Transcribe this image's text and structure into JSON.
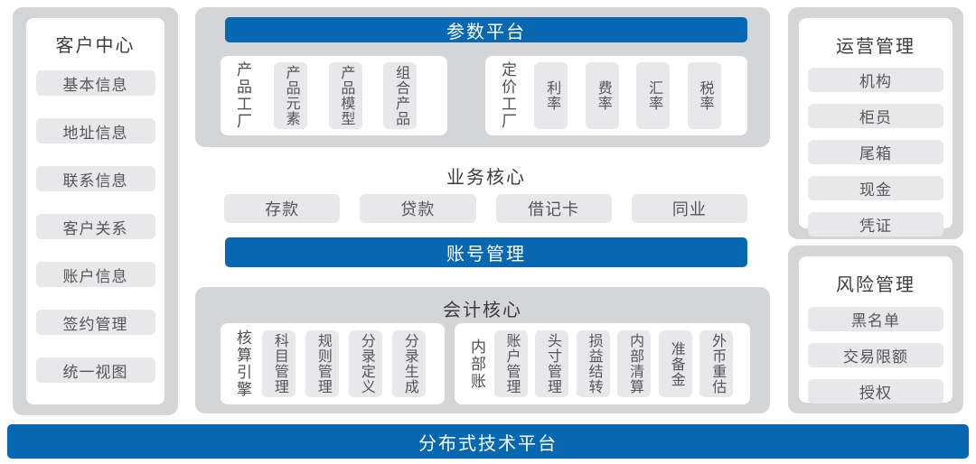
{
  "colors": {
    "accent_blue": "#0768b1",
    "panel_gray": "#d4d5d7",
    "item_gray": "#e8e8ea"
  },
  "customer_center": {
    "title": "客户中心",
    "items": [
      "基本信息",
      "地址信息",
      "联系信息",
      "客户关系",
      "账户信息",
      "签约管理",
      "统一视图"
    ]
  },
  "param_platform": {
    "title": "参数平台",
    "groups": [
      {
        "label": "产品工厂",
        "items": [
          "产品元素",
          "产品模型",
          "组合产品"
        ]
      },
      {
        "label": "定价工厂",
        "items": [
          "利率",
          "费率",
          "汇率",
          "税率"
        ]
      }
    ]
  },
  "business_core": {
    "title": "业务核心",
    "items": [
      "存款",
      "贷款",
      "借记卡",
      "同业"
    ]
  },
  "account_management": {
    "title": "账号管理"
  },
  "accounting_core": {
    "title": "会计核心",
    "groups": [
      {
        "label": "核算引擎",
        "items": [
          "科目管理",
          "规则管理",
          "分录定义",
          "分录生成"
        ]
      },
      {
        "label": "内部账",
        "items": [
          "账户管理",
          "头寸管理",
          "损益结转",
          "内部清算",
          "准备金",
          "外币重估"
        ]
      }
    ]
  },
  "operation_management": {
    "title": "运营管理",
    "items": [
      "机构",
      "柜员",
      "尾箱",
      "现金",
      "凭证"
    ]
  },
  "risk_management": {
    "title": "风险管理",
    "items": [
      "黑名单",
      "交易限额",
      "授权"
    ]
  },
  "bottom_platform": {
    "title": "分布式技术平台"
  }
}
